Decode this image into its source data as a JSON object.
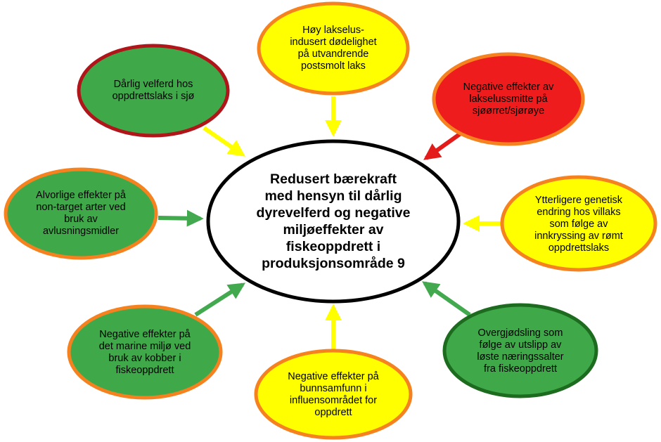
{
  "colors": {
    "green": "#3fa94a",
    "yellow": "#ffff00",
    "red": "#ee1c1c",
    "orange_border": "#f5821f",
    "darkred_border": "#b0151a",
    "darkgreen_border": "#1c6b1f",
    "center_fill": "#ffffff",
    "center_border": "#000000",
    "arrow_yellow": "#ffff00",
    "arrow_red": "#e31b1b",
    "arrow_green": "#43a94f"
  },
  "center": {
    "text": "Redusert bærekraft\nmed hensyn til dårlig\ndyrevelferd og negative\nmiljøeffekter av\nfiskeoppdrett i\nproduksjonsområde 9"
  },
  "nodes": {
    "top": {
      "text": "Høy lakselus-\nindusert dødelighet\npå utvandrende\npostsmolt laks",
      "fill": "yellow",
      "border": "orange"
    },
    "top_left": {
      "text": "Dårlig velferd hos\noppdrettslaks i sjø",
      "fill": "green",
      "border": "darkred"
    },
    "top_right": {
      "text": "Negative effekter av\nlakselussmitte på\nsjøørret/sjørøye",
      "fill": "red",
      "border": "orange"
    },
    "left": {
      "text": "Alvorlige effekter på\nnon-target arter ved\nbruk av\navlusningsmidler",
      "fill": "green",
      "border": "orange"
    },
    "right": {
      "text": "Ytterligere genetisk\nendring hos villaks\nsom følge av\ninnkryssing av rømt\noppdrettslaks",
      "fill": "yellow",
      "border": "orange"
    },
    "bottom_left": {
      "text": "Negative effekter på\ndet marine miljø ved\nbruk av kobber i\nfiskeoppdrett",
      "fill": "green",
      "border": "orange"
    },
    "bottom": {
      "text": "Negative effekter på\nbunnsamfunn i\ninfluensområdet for\noppdrett",
      "fill": "yellow",
      "border": "orange"
    },
    "bottom_right": {
      "text": "Overgjødsling som\nfølge av utslipp av\nløste næringssalter\nfra fiskeoppdrett",
      "fill": "green",
      "border": "darkgreen"
    }
  }
}
